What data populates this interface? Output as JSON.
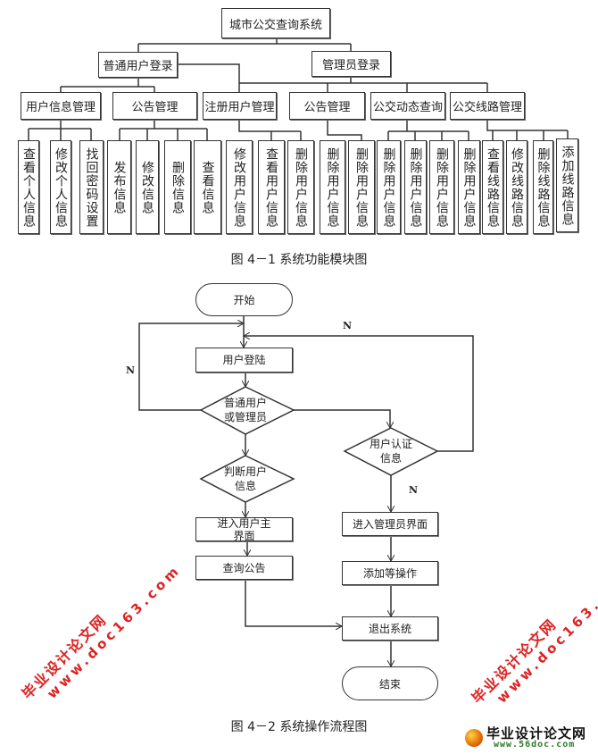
{
  "module_chart": {
    "root": "城市公交查询系统",
    "level1": [
      "普通用户登录",
      "管理员登录"
    ],
    "level2": [
      "用户信息管理",
      "公告管理",
      "注册用户管理",
      "公告管理",
      "公交动态查询",
      "公交线路管理"
    ],
    "leaves": [
      "查看个人信息",
      "修改个人信息",
      "找回密码设置",
      "发布信息",
      "修改信息",
      "删除信息",
      "查看信息",
      "修改用户信息",
      "查看用户信息",
      "删除用户信息",
      "删除用户信息",
      "删除用户信息",
      "删除用户信息",
      "删除用户信息",
      "删除用户信息",
      "删除用户信息",
      "查看线路信息",
      "修改线路信息",
      "删除线路信息",
      "添加线路信息"
    ]
  },
  "caption1": "图 4－1 系统功能模块图",
  "flowchart": {
    "start": "开始",
    "login": "用户登陆",
    "decision_role": [
      "普通用户",
      "或管理员"
    ],
    "decision_user": [
      "判断用户",
      "信息"
    ],
    "decision_admin": [
      "用户认证",
      "信息"
    ],
    "user_main": [
      "进入用户主",
      "界面"
    ],
    "query_notice": "查询公告",
    "admin_main": "进入管理员界面",
    "add_ops": "添加等操作",
    "exit": "退出系统",
    "end": "结束",
    "label_n_top": "N",
    "label_n_left": "N",
    "label_n_bottom": "N"
  },
  "caption2": "图 4－2 系统操作流程图",
  "watermarks": {
    "site_name": "毕业设计论文网",
    "site_url": "www.doc163.com"
  },
  "logo": {
    "name": "毕业设计论文网",
    "url": "www.56doc.com"
  }
}
